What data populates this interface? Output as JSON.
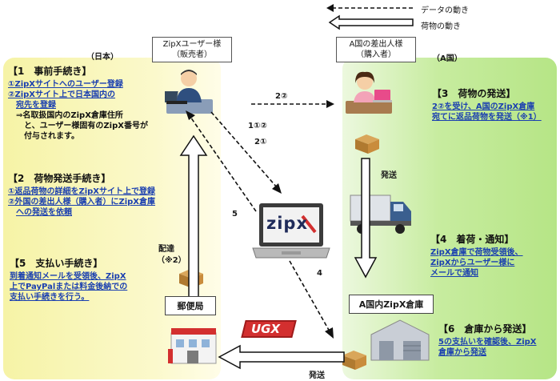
{
  "legend": {
    "data_flow": "データの動き",
    "goods_flow": "荷物の動き"
  },
  "regions": {
    "japan": "（日本）",
    "country_a": "（A国）"
  },
  "actors": {
    "user": {
      "line1": "ZipXユーザー様",
      "line2": "（販売者）"
    },
    "sender": {
      "line1": "A国の差出人様",
      "line2": "（購入者）"
    }
  },
  "steps": {
    "s1": {
      "title": "【1　事前手続き】",
      "l1": "①ZipXサイトへのユーザー登録",
      "l2": "②ZipXサイト上で日本国内の",
      "l3": "宛先を登録",
      "l4": "⇒名取扱国内のZipX倉庫住所",
      "l5": "と、ユーザー様固有のZipX番号が",
      "l6": "付与されます。"
    },
    "s2": {
      "title": "【2　荷物発送手続き】",
      "l1": "①返品荷物の詳細をZipXサイト上で登録",
      "l2": "②外国の差出人様（購入者）にZipX倉庫",
      "l3": "への発送を依頼"
    },
    "s3": {
      "title": "【3　荷物の発送】",
      "l1": "2②を受け、A国のZipX倉庫",
      "l2": "宛てに返品荷物を発送（※1）"
    },
    "s4": {
      "title": "【4　着荷・通知】",
      "l1": "ZipX倉庫で荷物受領後、",
      "l2": "ZipXからユーザー様に",
      "l3": "メールで通知"
    },
    "s5": {
      "title": "【5　支払い手続き】",
      "l1": "到着通知メールを受領後、ZipX",
      "l2": "上でPayPalまたは料金後納での",
      "l3": "支払い手続きを行う。"
    },
    "s6": {
      "title": "【6　倉庫から発送】",
      "l1": "5の支払いを確認後、ZipX",
      "l2": "倉庫から発送"
    }
  },
  "arrow_labels": {
    "a_22": "2②",
    "a_112": "1①②",
    "a_21": "2①",
    "a_5": "5",
    "a_4": "4",
    "ship_a": "発送",
    "ship_bottom": "発送",
    "deliver": "配達",
    "deliver_note": "（※2）"
  },
  "places": {
    "post_office": "郵便局",
    "warehouse": "A国内ZipX倉庫"
  },
  "logos": {
    "zipx": "zipx",
    "ugx": "UGX"
  },
  "colors": {
    "japan_panel": "#f6f3a6",
    "a_panel": "#b6e586",
    "text_blue": "#1a3fb0"
  }
}
